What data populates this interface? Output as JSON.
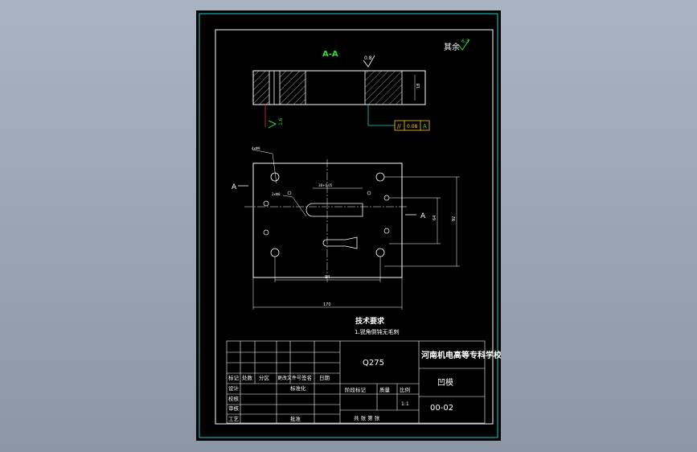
{
  "drawing": {
    "section_label": "A-A",
    "other_roughness": "其余",
    "roughness_top": "6.3",
    "roughness_side": "1.6",
    "roughness_groove": "0.8",
    "tolerance": {
      "symbol": "//",
      "value": "0.08",
      "datum": "A"
    },
    "section_mark_left": "A",
    "section_mark_right": "A",
    "tech_requirements_title": "技术要求",
    "tech_requirements_item1": "1.锐角倒钝无毛刺",
    "dimension_width": "170",
    "dimension_inner": "94",
    "dimension_height": "92",
    "dimension_inner_h": "64",
    "dimension_slot": "38+0.05"
  },
  "title_block": {
    "material": "Q275",
    "school": "河南机电高等专科学校",
    "part_name": "凹模",
    "drawing_number": "00-02",
    "row_labels": [
      "标记",
      "设计",
      "校核",
      "审核",
      "工艺"
    ],
    "header_cells": [
      "处数",
      "分区",
      "更改文件号",
      "签名",
      "日期"
    ],
    "standardization": "标准化",
    "approval": "批准",
    "stage_label": "阶段标记",
    "weight_label": "质量",
    "scale_label": "比例",
    "scale_value": "1:1",
    "sheet_count": "共 张 第 张"
  }
}
